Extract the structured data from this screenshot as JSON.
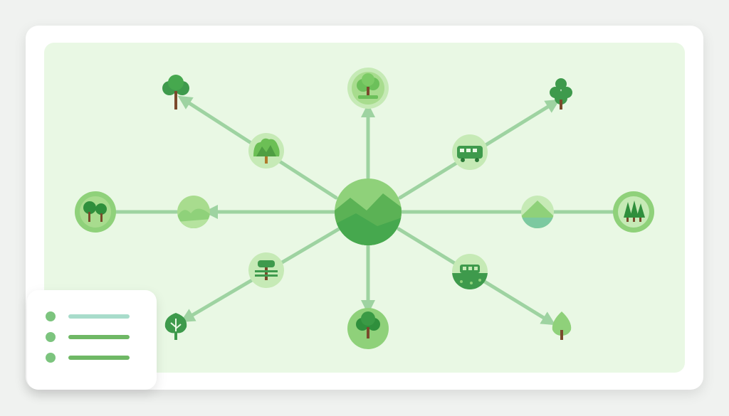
{
  "colors": {
    "background": "#f0f2f0",
    "panel": "#e9f8e4",
    "connector": "#9ed3a1",
    "node_light": "#d4efc4",
    "node_mid": "#8fd17a",
    "node_dark": "#46a84e",
    "tree_green": "#3e9a4c",
    "trunk": "#7a4a2c"
  },
  "diagram": {
    "hub": {
      "icon": "landscape-hills-icon"
    },
    "nodes": [
      {
        "id": "top",
        "icon": "tree-icon",
        "style": "circle"
      },
      {
        "id": "upper-left",
        "icon": "bush-icon",
        "style": "circle"
      },
      {
        "id": "upper-right",
        "icon": "bus-icon",
        "style": "circle"
      },
      {
        "id": "left",
        "icon": "hills-icon",
        "style": "circle"
      },
      {
        "id": "right",
        "icon": "hill-icon",
        "style": "circle"
      },
      {
        "id": "lower-left",
        "icon": "tree-fence-icon",
        "style": "circle"
      },
      {
        "id": "lower-right",
        "icon": "bus-field-icon",
        "style": "circle"
      },
      {
        "id": "bottom",
        "icon": "tree-icon",
        "style": "circle"
      }
    ],
    "endpoints": [
      {
        "id": "far-top-left",
        "icon": "round-tree-icon"
      },
      {
        "id": "far-top-right",
        "icon": "pine-tree-icon"
      },
      {
        "id": "far-left",
        "icon": "forest-icon"
      },
      {
        "id": "far-right",
        "icon": "forest-icon"
      },
      {
        "id": "far-bottom-left",
        "icon": "branching-tree-icon"
      },
      {
        "id": "far-bottom-right",
        "icon": "leaf-tree-icon"
      }
    ]
  },
  "legend": {
    "items": [
      {
        "dot_color": "#7cc47e",
        "line_color": "#a8dccb"
      },
      {
        "dot_color": "#7cc47e",
        "line_color": "#6fb865"
      },
      {
        "dot_color": "#7cc47e",
        "line_color": "#6fb865"
      }
    ]
  }
}
